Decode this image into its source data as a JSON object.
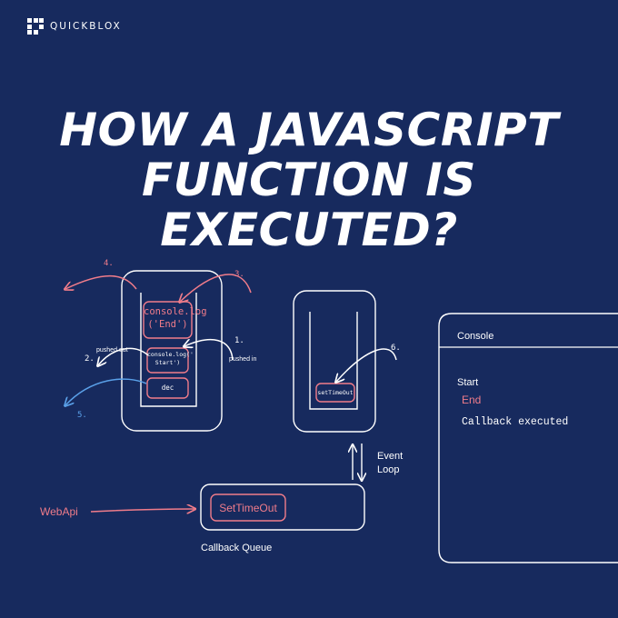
{
  "brand": {
    "name": "QUICKBLOX"
  },
  "title": {
    "line1": "HOW A JAVASCRIPT",
    "line2": "FUNCTION IS",
    "line3": "EXECUTED?"
  },
  "call_stack": {
    "frames": [
      "console.log\n('End')",
      "console.log('\nStart')",
      "dec"
    ],
    "pushed_out_label": "pushed out",
    "pushed_in_label": "pushed in"
  },
  "steps": [
    "1.",
    "2.",
    "3.",
    "4.",
    "5.",
    "6."
  ],
  "web_api_stack": {
    "frame": "setTimeOut"
  },
  "event_loop": {
    "label": "Event\nLoop"
  },
  "web_api": {
    "label": "WebApi"
  },
  "callback_queue": {
    "item": "SetTimeOut",
    "label": "Callback Queue"
  },
  "console": {
    "title": "Console",
    "lines": [
      {
        "text": "Start",
        "color": "#ffffff"
      },
      {
        "text": "End",
        "color": "#f07c8a"
      },
      {
        "text": "Callback executed",
        "color": "#ffffff"
      }
    ]
  },
  "colors": {
    "background": "#172a5e",
    "accent_pink": "#f07c8a",
    "accent_blue": "#5aa0e8",
    "line": "#ffffff"
  }
}
